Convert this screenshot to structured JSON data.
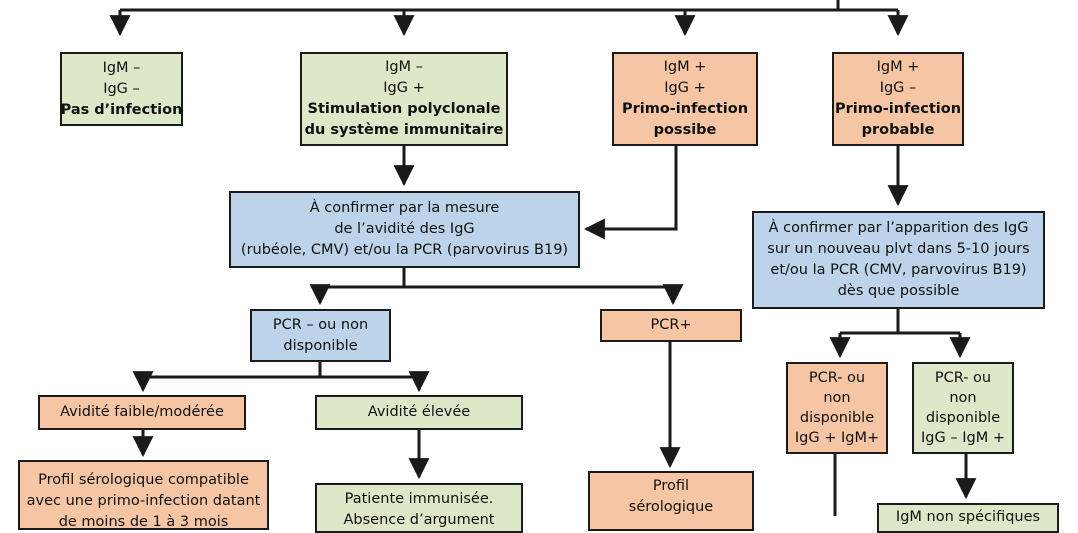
{
  "colors": {
    "green": "#dde8c8",
    "orange": "#f6c5a4",
    "blue": "#bcd3ea",
    "line": "#1a1a1a"
  },
  "boxes": {
    "no_infection": {
      "l1": "IgM –",
      "l2": "IgG –",
      "l3": "Pas d’infection"
    },
    "polyclonal": {
      "l1": "IgM –",
      "l2": "IgG +",
      "l3": "Stimulation polyclonale",
      "l4": "du système immunitaire"
    },
    "possible": {
      "l1": "IgM +",
      "l2": "IgG +",
      "l3": "Primo-infection",
      "l4": "possibe"
    },
    "probable": {
      "l1": "IgM +",
      "l2": "IgG –",
      "l3": "Primo-infection",
      "l4": "probable"
    },
    "avidity_confirm": {
      "l1": "À confirmer par la mesure",
      "l2": "de l’avidité des IgG",
      "l3": "(rubéole, CMV) et/ou la PCR (parvovirus B19)"
    },
    "igg_confirm": {
      "l1": "À confirmer par l’apparition des IgG",
      "l2": "sur un nouveau plvt dans 5-10 jours",
      "l3": "et/ou la PCR (CMV, parvovirus B19)",
      "l4": "dès que possible"
    },
    "pcr_neg": {
      "l1": "PCR – ou non",
      "l2": "disponible"
    },
    "pcr_pos": {
      "l1": "PCR+"
    },
    "pcr_neg_igm": {
      "l1": "PCR- ou",
      "l2": "non",
      "l3": "disponible",
      "l4": "IgG + IgM+"
    },
    "pcr_neg_igg": {
      "l1": "PCR- ou",
      "l2": "non",
      "l3": "disponible",
      "l4": "IgG – IgM +"
    },
    "avidity_low": {
      "l1": "Avidité faible/modérée"
    },
    "avidity_high": {
      "l1": "Avidité élevée"
    },
    "profile_compatible": {
      "l1": "Profil sérologique compatible",
      "l2": "avec une primo-infection datant",
      "l3": "de moins de 1 à 3 mois"
    },
    "immunised": {
      "l1": "Patiente immunisée.",
      "l2": "Absence d’argument"
    },
    "profile_serologic": {
      "l1": "Profil",
      "l2": "sérologique"
    },
    "igm_nonspecific": {
      "l1": "IgM non spécifiques"
    }
  }
}
